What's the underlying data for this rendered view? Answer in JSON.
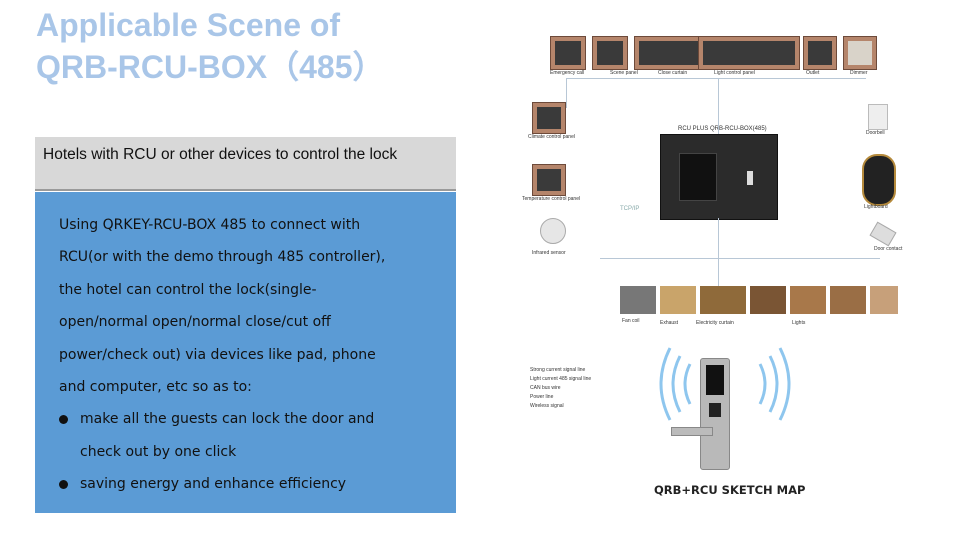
{
  "title": {
    "line1": "Applicable Scene of",
    "line2": "QRB-RCU-BOX（485）"
  },
  "panel": {
    "heading": "Hotels with RCU or other devices to control the lock",
    "lines": [
      "Using QRKEY-RCU-BOX 485 to connect with",
      "RCU(or with the demo through 485 controller),",
      "the hotel can control the lock(single-",
      "open/normal open/normal close/cut off",
      "power/check out) via devices like pad, phone",
      "and computer, etc so as to:"
    ],
    "bullets": [
      {
        "line1": "make all the guests can lock the door and",
        "line2": "check out by one click"
      },
      {
        "line1": "saving energy and enhance efficiency",
        "line2": ""
      }
    ]
  },
  "diagram": {
    "box_label": "RCU PLUS QRB-RCU-BOX(485)",
    "tcpip_label": "TCP/IP",
    "caption": "QRB+RCU SKETCH MAP",
    "labels": {
      "emergency": "Emergency call",
      "scene": "Scene panel",
      "curtain": "Close curtain",
      "light_panel": "Light control panel",
      "outlet": "Outlet",
      "dimmer": "Dimmer",
      "climate": "Climate control panel",
      "thermostat": "Temperature control panel",
      "doorbell": "Doorbell",
      "sensor": "Infrared sensor",
      "card_switch": "Lightboard",
      "door_contact": "Door contact",
      "fan_coil": "Fan coil",
      "exhaust": "Exhaust",
      "curtain_motor": "Electricity curtain",
      "lights": "Lights"
    },
    "legend": [
      "Strong current signal line",
      "Light current 485 signal line",
      "CAN bus wire",
      "Power line",
      "Wireless signal"
    ]
  }
}
